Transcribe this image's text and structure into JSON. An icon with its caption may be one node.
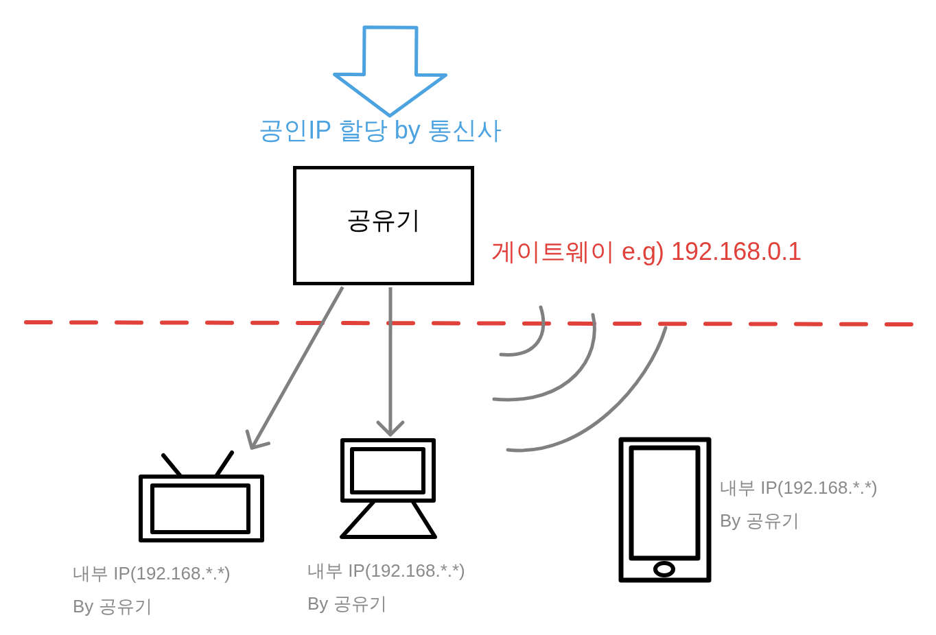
{
  "diagram": {
    "nodes": [
      {
        "text": [
          "공인IP 할당 by 통신사"
        ]
      },
      {
        "text": [
          "공유기"
        ],
        "beside": [
          "게이트웨이 e.g) 192.168.0.1"
        ]
      },
      {
        "text": [],
        "shape": "picture",
        "beside": [
          "내부 IP(192.168.*.*) By 공유기"
        ]
      },
      {
        "text": [],
        "shape": "picture",
        "beside": [
          "내부 IP(192.168.*.*) By 공유기"
        ]
      },
      {
        "text": [],
        "shape": "picture",
        "beside": [
          "내부 IP(192.168.*.*) By 공유기"
        ]
      }
    ],
    "edges": [
      {
        "from": null,
        "to": 0,
        "arrow": "to",
        "color": "#4ca3e0"
      },
      {
        "from": 1,
        "to": 2,
        "arrow": "to"
      },
      {
        "from": 1,
        "to": 3,
        "arrow": "to"
      }
    ]
  }
}
